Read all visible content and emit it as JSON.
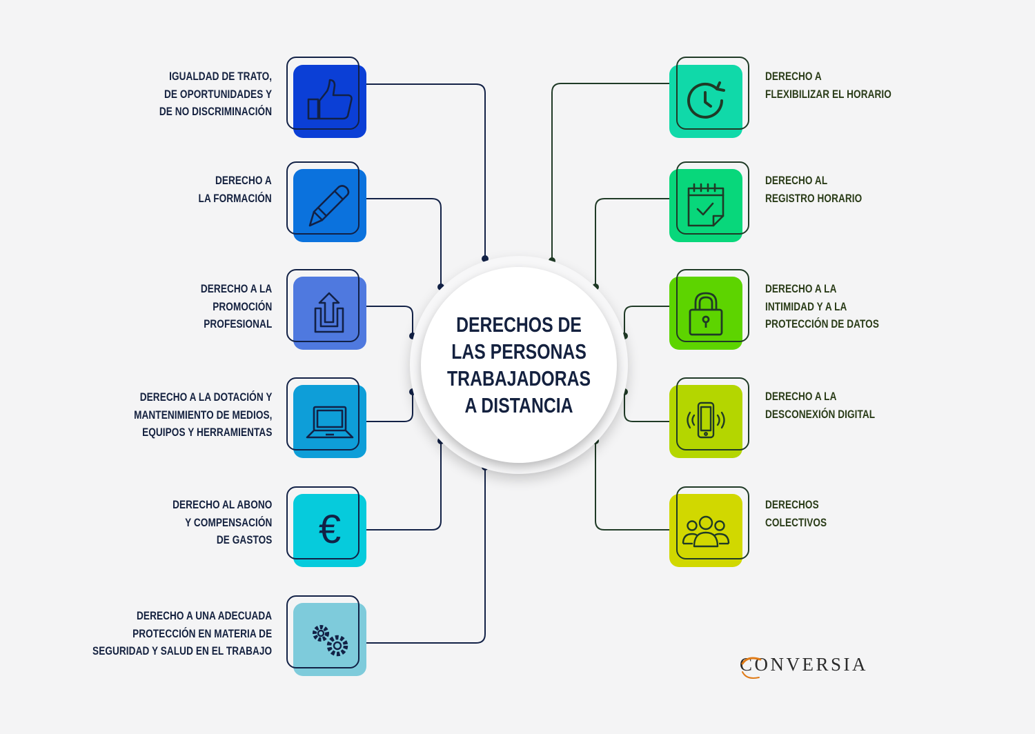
{
  "title": "DERECHOS DE\nLAS PERSONAS\nTRABAJADORAS\nA DISTANCIA",
  "brand": "CONVERSIA",
  "colors": {
    "line_left": "#122146",
    "line_right": "#1f3a26",
    "tile_1": "#0b3fd6",
    "tile_2": "#0b72dd",
    "tile_3": "#4f79df",
    "tile_4": "#0e9ed8",
    "tile_5": "#06cbdc",
    "tile_6": "#7ecbdb",
    "tile_7": "#10d9a9",
    "tile_8": "#08d77b",
    "tile_9": "#5dd400",
    "tile_10": "#b4d600",
    "tile_11": "#d1d800",
    "brand_accent": "#e07b17"
  },
  "left_items": [
    {
      "label": "IGUALDAD DE TRATO,\nDE OPORTUNIDADES Y\nDE NO DISCRIMINACIÓN",
      "icon": "thumbs-up-icon"
    },
    {
      "label": "DERECHO A\nLA FORMACIÓN",
      "icon": "pencil-icon"
    },
    {
      "label": "DERECHO A LA\nPROMOCIÓN\nPROFESIONAL",
      "icon": "share-up-icon"
    },
    {
      "label": "DERECHO A LA DOTACIÓN Y\nMANTENIMIENTO DE MEDIOS,\nEQUIPOS Y HERRAMIENTAS",
      "icon": "laptop-icon"
    },
    {
      "label": "DERECHO AL ABONO\nY COMPENSACIÓN\nDE GASTOS",
      "icon": "euro-icon"
    },
    {
      "label": "DERECHO A UNA ADECUADA\nPROTECCIÓN EN MATERIA DE\nSEGURIDAD Y SALUD EN EL TRABAJO",
      "icon": "gears-icon"
    }
  ],
  "right_items": [
    {
      "label": "DERECHO A\nFLEXIBILIZAR EL HORARIO",
      "icon": "clock-icon"
    },
    {
      "label": "DERECHO AL\nREGISTRO HORARIO",
      "icon": "calendar-check-icon"
    },
    {
      "label": "DERECHO A LA\nINTIMIDAD Y A LA\nPROTECCIÓN DE DATOS",
      "icon": "padlock-icon"
    },
    {
      "label": "DERECHO A LA\nDESCONEXIÓN DIGITAL",
      "icon": "vibrating-phone-icon"
    },
    {
      "label": "DERECHOS\nCOLECTIVOS",
      "icon": "group-icon"
    }
  ]
}
